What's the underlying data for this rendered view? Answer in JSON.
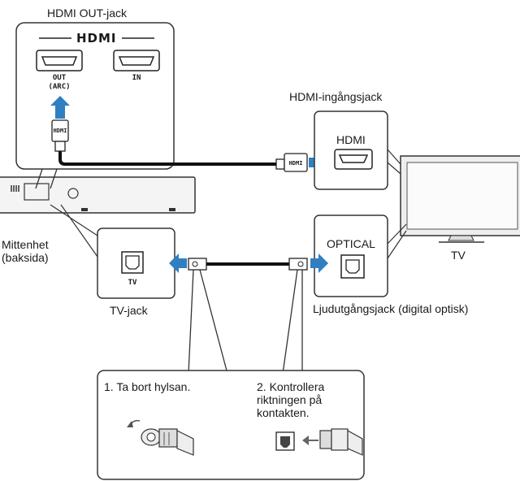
{
  "labels": {
    "hdmi_out_jack": "HDMI OUT-jack",
    "hdmi_input_jack": "HDMI-ingångsjack",
    "center_unit": "Mittenhet\n(baksida)",
    "tv": "TV",
    "tv_jack": "TV-jack",
    "audio_output_jack": "Ljudutgångsjack (digital optisk)"
  },
  "panel_top": {
    "logo": "HDMI",
    "out_label": "OUT",
    "arc_label": "(ARC)",
    "in_label": "IN",
    "plug_label": "HDMI"
  },
  "tv_side": {
    "hdmi_label": "HDMI",
    "optical_label": "OPTICAL",
    "cable_plug_label": "HDMI"
  },
  "center_panel": {
    "tv_small": "TV"
  },
  "steps": [
    {
      "text": "1. Ta bort hylsan."
    },
    {
      "text": "2. Kontrollera\nriktningen på\nkontakten."
    }
  ],
  "colors": {
    "arrow_blue": "#2f7fc1",
    "line": "#222222",
    "panel_fill": "#ffffff"
  }
}
